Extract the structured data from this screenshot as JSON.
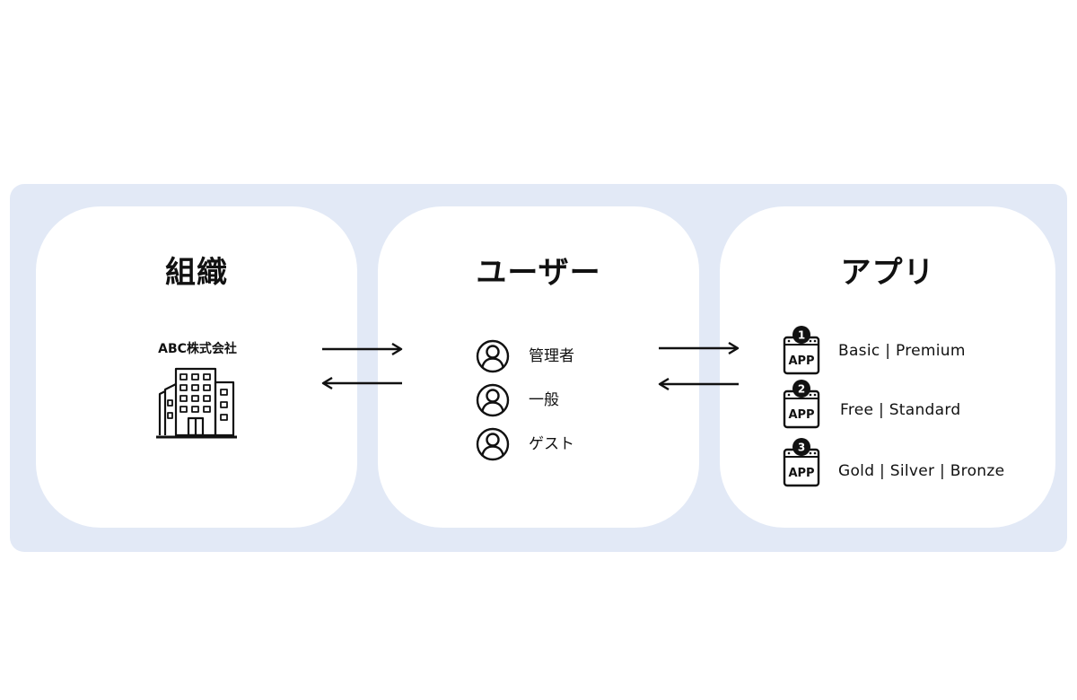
{
  "organization": {
    "title": "組織",
    "company_name": "ABC株式会社"
  },
  "users": {
    "title": "ユーザー",
    "roles": [
      "管理者",
      "一般",
      "ゲスト"
    ]
  },
  "apps": {
    "title": "アプリ",
    "items": [
      {
        "number": "1",
        "icon_text": "APP",
        "plans": "Basic | Premium"
      },
      {
        "number": "2",
        "icon_text": "APP",
        "plans": "Free | Standard"
      },
      {
        "number": "3",
        "icon_text": "APP",
        "plans": "Gold | Silver | Bronze"
      }
    ]
  },
  "icons": {
    "building": "building-icon",
    "user": "user-circle-icon",
    "app": "app-icon",
    "arrow_right": "arrow-right-icon",
    "arrow_left": "arrow-left-icon"
  },
  "colors": {
    "background_band": "#e2e9f6",
    "card": "#ffffff",
    "ink": "#111111"
  }
}
